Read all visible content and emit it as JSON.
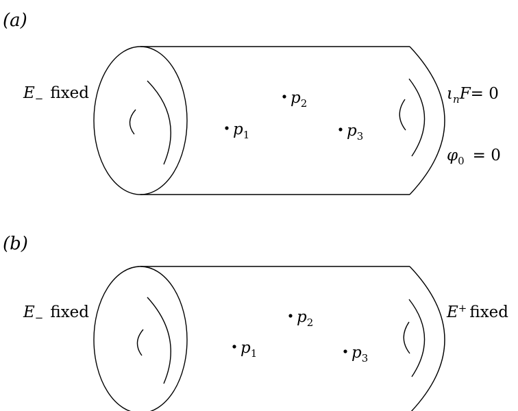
{
  "panels": [
    {
      "id": "a",
      "label": "(a)",
      "left_boundary": {
        "symbol": "E",
        "sub": "−",
        "word": "fixed"
      },
      "right_boundary_lines": [
        {
          "pre": "ι",
          "sub": "n",
          "post": "F",
          "eq": "= 0"
        },
        {
          "pre": "φ",
          "sub": "0",
          "post": "",
          "eq": "= 0"
        }
      ],
      "points": [
        {
          "name": "p",
          "sub": "1"
        },
        {
          "name": "p",
          "sub": "2"
        },
        {
          "name": "p",
          "sub": "3"
        }
      ]
    },
    {
      "id": "b",
      "label": "(b)",
      "left_boundary": {
        "symbol": "E",
        "sub": "−",
        "word": "fixed"
      },
      "right_boundary": {
        "symbol": "E",
        "sub": "+",
        "word": "fixed"
      },
      "points": [
        {
          "name": "p",
          "sub": "1"
        },
        {
          "name": "p",
          "sub": "2"
        },
        {
          "name": "p",
          "sub": "3"
        }
      ]
    }
  ]
}
